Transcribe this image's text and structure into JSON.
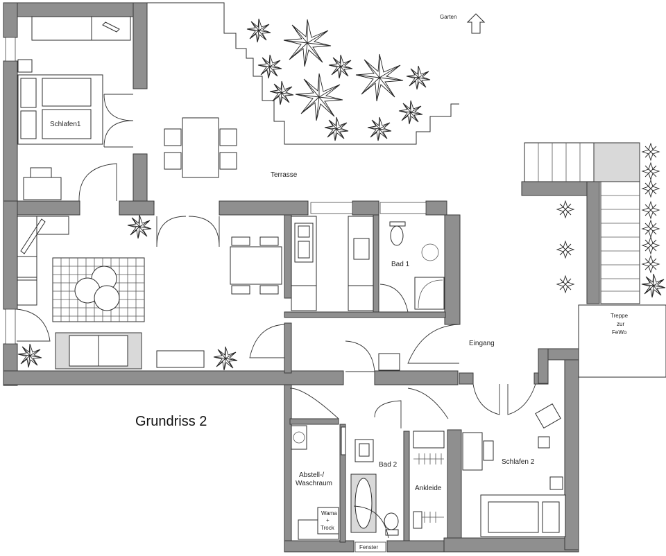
{
  "plan": {
    "title": "Grundriss 2",
    "compass_label": "Garten",
    "rooms": {
      "schlafen1": "Schlafen1",
      "terrasse": "Terrasse",
      "bad1": "Bad 1",
      "eingang": "Eingang",
      "abstell_line1": "Abstell-/",
      "abstell_line2": "Waschraum",
      "bad2": "Bad 2",
      "ankleide": "Ankleide",
      "schlafen2": "Schlafen 2",
      "treppe_line1": "Treppe",
      "treppe_line2": "zur",
      "treppe_line3": "FeWo",
      "wama_line1": "Wama",
      "wama_line2": "+",
      "wama_line3": "Trock",
      "fenster": "Fenster"
    }
  }
}
